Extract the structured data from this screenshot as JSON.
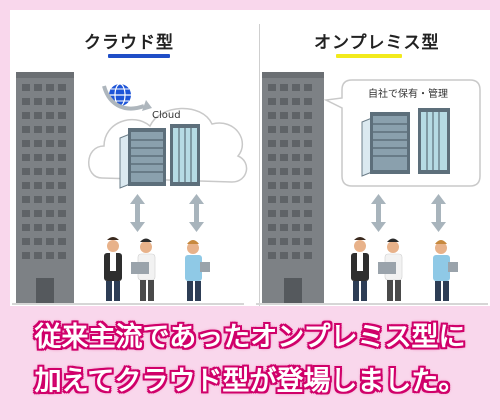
{
  "left_panel": {
    "title": "クラウド型",
    "underline_color": "#1f4ec7",
    "cloud_label": "Cloud",
    "globe_icon": "globe-icon"
  },
  "right_panel": {
    "title": "オンプレミス型",
    "underline_color": "#f2ea1c",
    "bubble_label": "自社で保有・管理"
  },
  "caption": {
    "line1": "従来主流であったオンプレミス型に",
    "line2": "加えてクラウド型が登場しました。",
    "outline_color": "#d0006a"
  }
}
